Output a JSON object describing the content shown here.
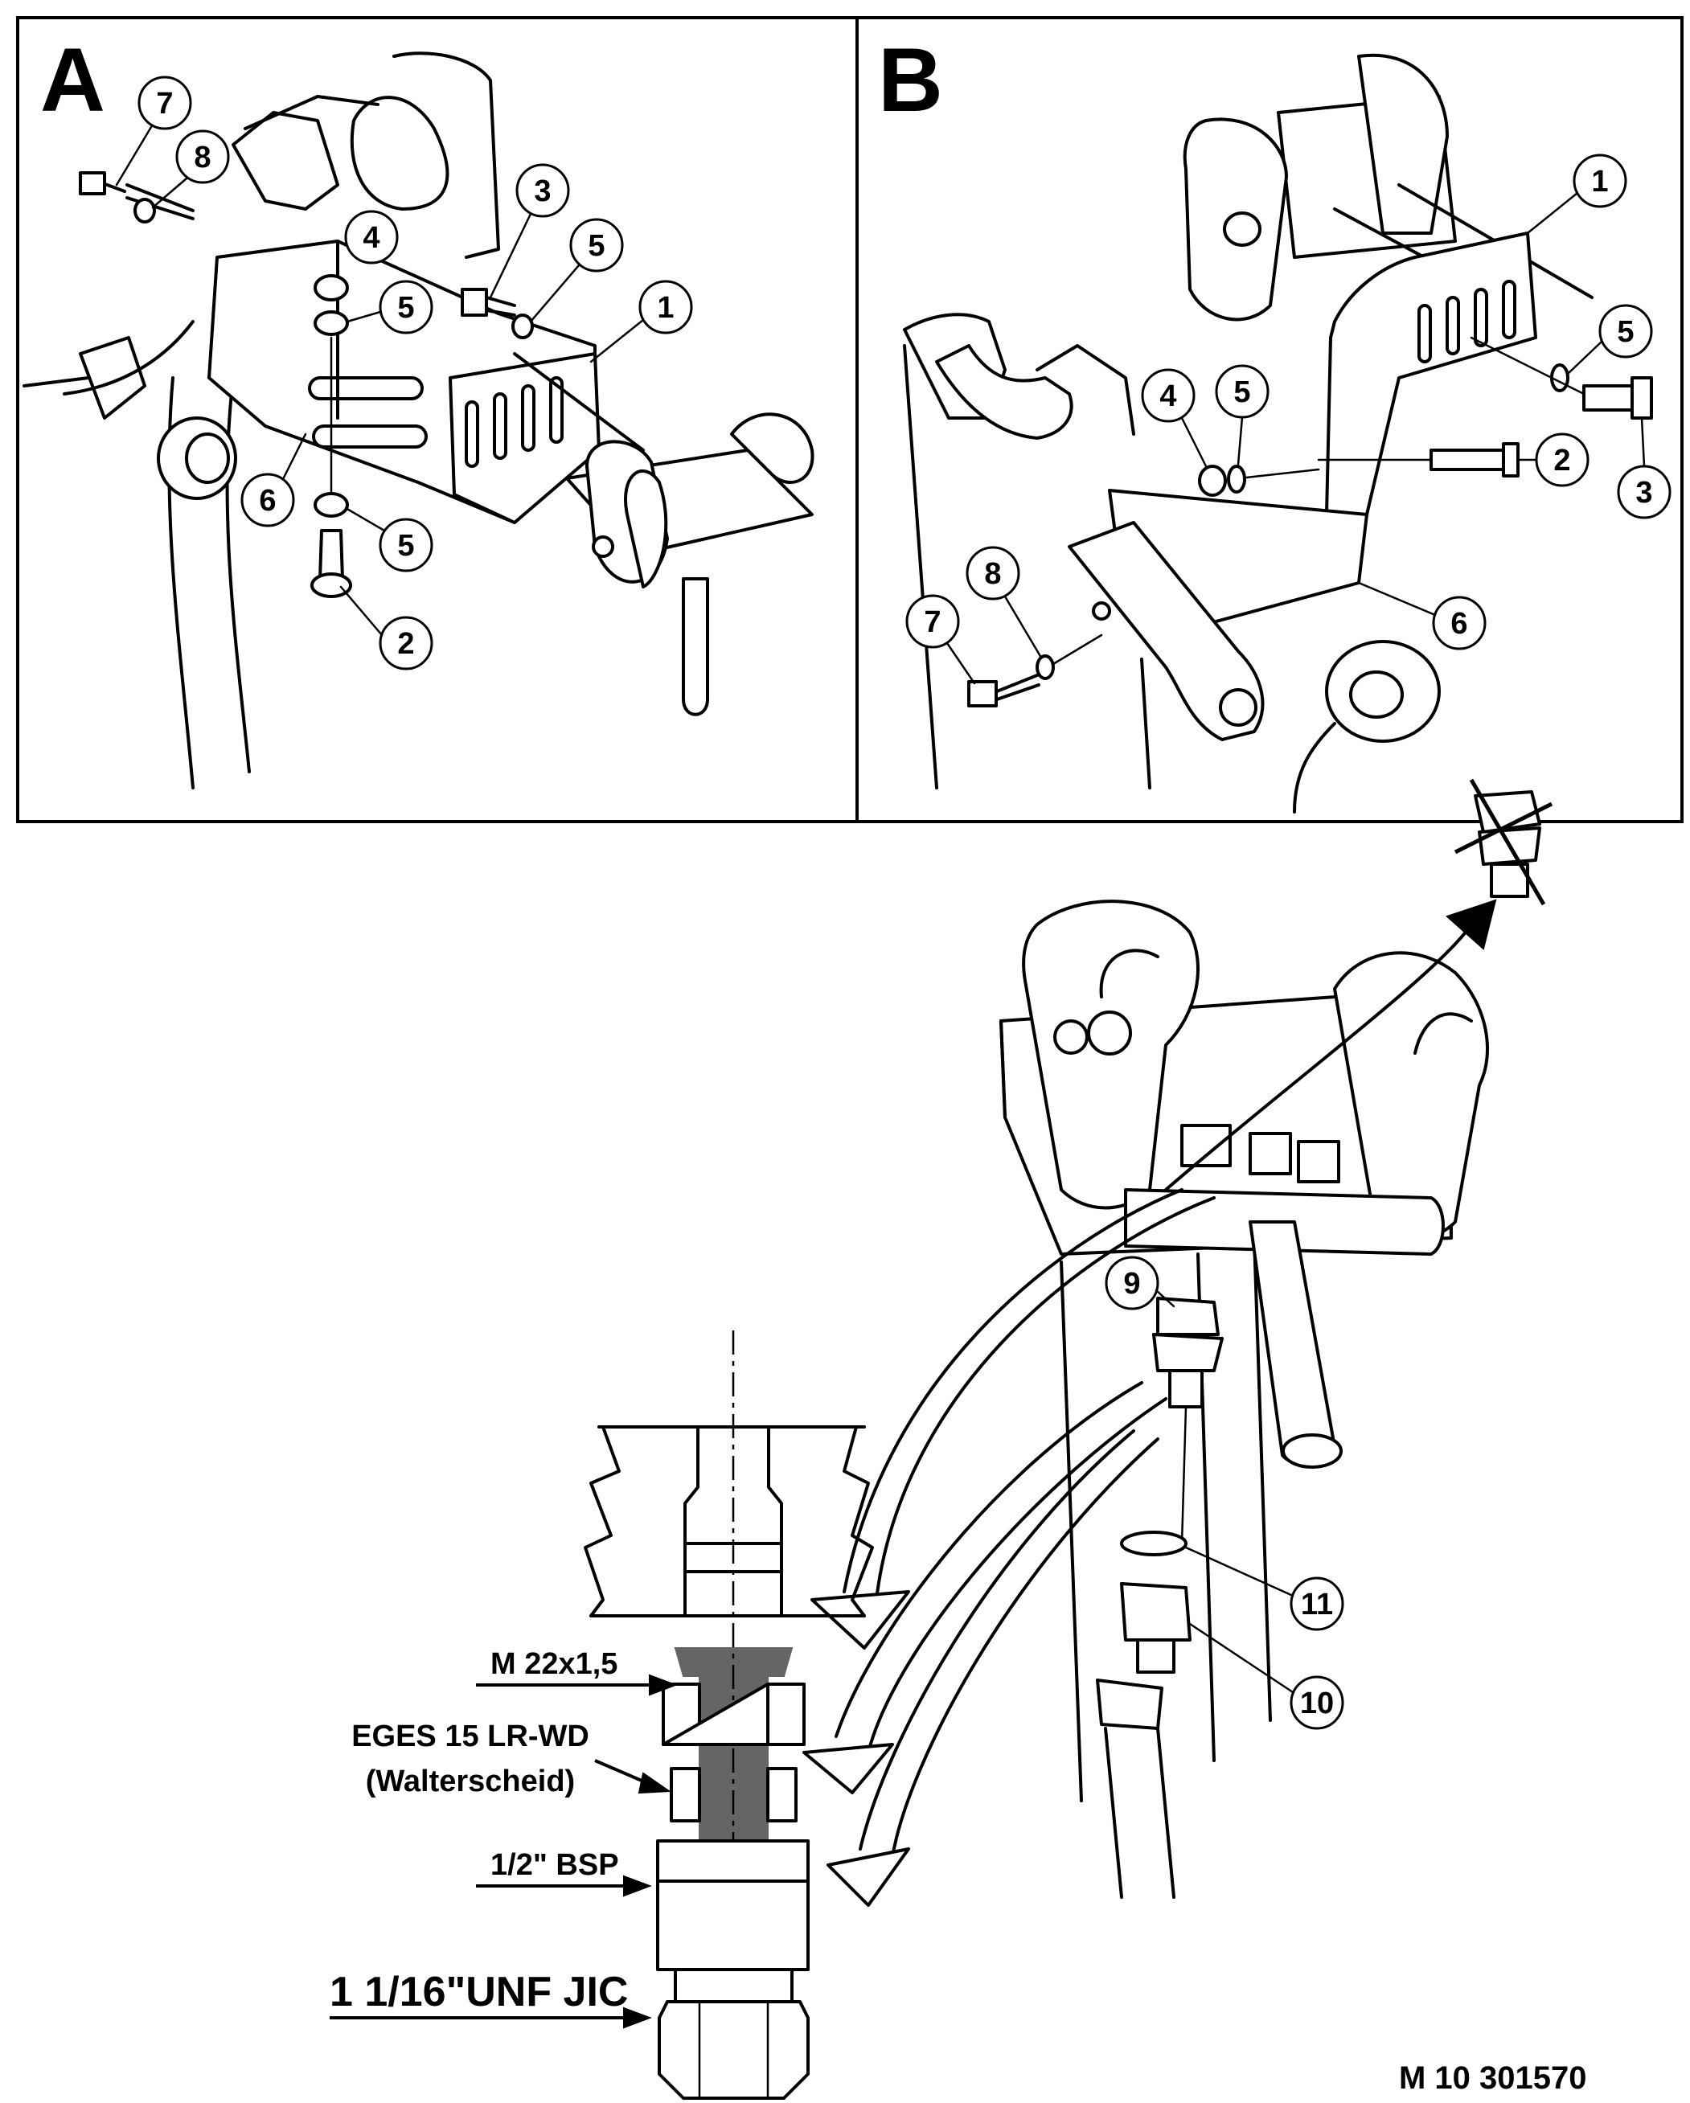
{
  "panels": {
    "a": {
      "label": "A",
      "callouts": [
        "7",
        "8",
        "4",
        "5",
        "3",
        "5",
        "1",
        "6",
        "5",
        "2"
      ]
    },
    "b": {
      "label": "B",
      "callouts": [
        "1",
        "5",
        "4",
        "5",
        "2",
        "3",
        "8",
        "7",
        "6"
      ]
    }
  },
  "bottom": {
    "callouts": [
      "9",
      "11",
      "10"
    ],
    "specs": {
      "thread_metric": "M 22x1,5",
      "coupling_line1": "EGES 15 LR-WD",
      "coupling_line2": "(Walterscheid)",
      "thread_bsp": "1/2\" BSP",
      "thread_jic": "1 1/16\"UNF JIC"
    }
  },
  "document_number": "M 10 301570"
}
